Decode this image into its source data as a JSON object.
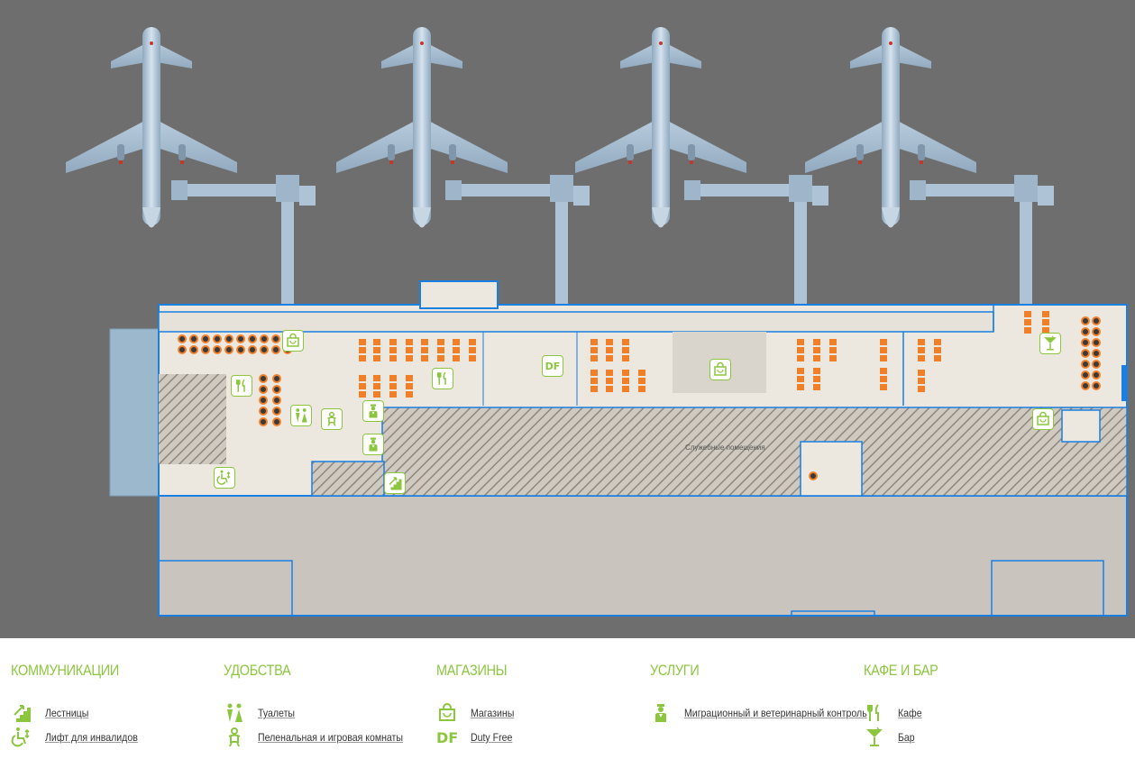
{
  "map": {
    "service_area_label": "Служебные помещения",
    "colors": {
      "accent": "#8cc63f",
      "outline": "#1a7fe0",
      "apron": "#6e6e6e",
      "floor": "#ece7df",
      "seats": "#f07f2a"
    },
    "poi_icons": [
      "shop-icon",
      "restaurant-icon",
      "toilet-icon",
      "baby-room-icon",
      "passport-control-icon",
      "stairs-icon",
      "wheelchair-lift-icon",
      "duty-free-icon",
      "bar-icon"
    ],
    "poi_df_label": "DF"
  },
  "legend": {
    "communications": {
      "title": "КОММУНИКАЦИИ",
      "items": [
        {
          "label": "Лестницы",
          "icon": "stairs-icon"
        },
        {
          "label": "Лифт для инвалидов",
          "icon": "wheelchair-lift-icon"
        }
      ]
    },
    "amenities": {
      "title": "УДОБСТВА",
      "items": [
        {
          "label": "Туалеты",
          "icon": "toilet-icon"
        },
        {
          "label": "Пеленальная и игровая комнаты",
          "icon": "baby-room-icon"
        }
      ]
    },
    "shops": {
      "title": "МАГАЗИНЫ",
      "items": [
        {
          "label": "Магазины",
          "icon": "shop-icon"
        },
        {
          "label": "Duty Free",
          "icon": "duty-free-icon",
          "icon_text": "DF"
        }
      ]
    },
    "services": {
      "title": "УСЛУГИ",
      "items": [
        {
          "label": "Миграционный и ветеринарный контроль",
          "icon": "passport-control-icon"
        }
      ]
    },
    "cafe_bar": {
      "title": "КАФЕ И БАР",
      "items": [
        {
          "label": "Кафе",
          "icon": "restaurant-icon"
        },
        {
          "label": "Бар",
          "icon": "bar-icon"
        }
      ]
    }
  }
}
